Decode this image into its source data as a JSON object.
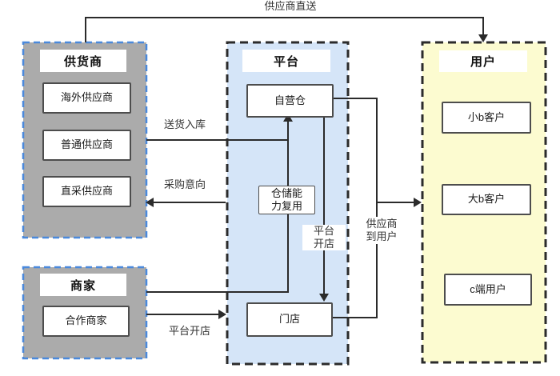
{
  "colors": {
    "supplier_fill": "#ababab",
    "supplier_stroke": "#4a89dc",
    "platform_fill": "#d5e5f8",
    "platform_stroke": "#2b2b2b",
    "users_fill": "#fcfbd0",
    "users_stroke": "#2b2b2b",
    "line": "#2b2b2b"
  },
  "groups": {
    "suppliers": {
      "title": "供货商",
      "items": {
        "overseas": "海外供应商",
        "ordinary": "普通供应商",
        "direct": "直采供应商"
      }
    },
    "merchants": {
      "title": "商家",
      "items": {
        "partner": "合作商家"
      }
    },
    "platform": {
      "title": "平台",
      "items": {
        "own_warehouse": "自营仓",
        "warehouse_reuse": "仓储能\n力复用",
        "store": "门店"
      }
    },
    "users": {
      "title": "用户",
      "items": {
        "small_b": "小b客户",
        "big_b": "大b客户",
        "c_end": "c端用户"
      }
    }
  },
  "edge_labels": {
    "supplier_direct": "供应商直送",
    "delivery_inbound": "送货入库",
    "purchase_intent": "采购意向",
    "merchant_open_store": "平台开店",
    "platform_open_store": "平台\n开店",
    "supplier_to_user": "供应商\n到用户"
  }
}
